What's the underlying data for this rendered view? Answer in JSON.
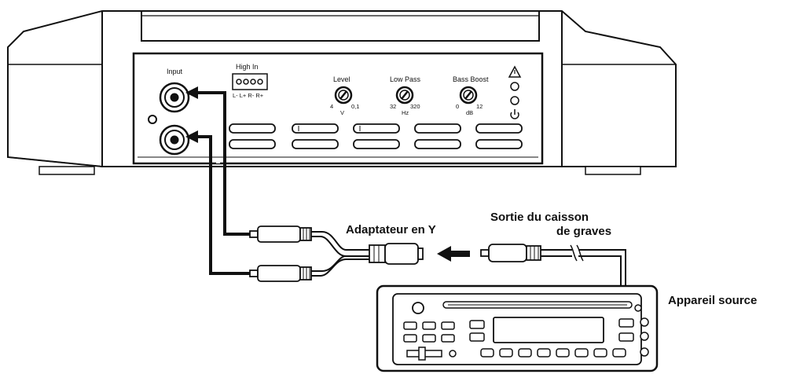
{
  "amplifier": {
    "input_label": "Input",
    "high_in_label": "High In",
    "high_in_pins": "L- L+ R- R+",
    "level": {
      "label": "Level",
      "min": "4",
      "max": "0,1",
      "unit": "V"
    },
    "low_pass": {
      "label": "Low Pass",
      "min": "32",
      "max": "320",
      "unit": "Hz"
    },
    "bass_boost": {
      "label": "Bass Boost",
      "min": "0",
      "max": "12",
      "unit": "dB"
    },
    "indicators": [
      "warning-icon",
      "status-led",
      "status-led",
      "power-icon"
    ]
  },
  "labels": {
    "y_adapter": "Adaptateur en Y",
    "sub_out_line1": "Sortie du caisson",
    "sub_out_line2": "de graves",
    "source": "Appareil source"
  },
  "colors": {
    "line": "#111111",
    "shade": "#cfcfcf",
    "background": "#ffffff"
  }
}
